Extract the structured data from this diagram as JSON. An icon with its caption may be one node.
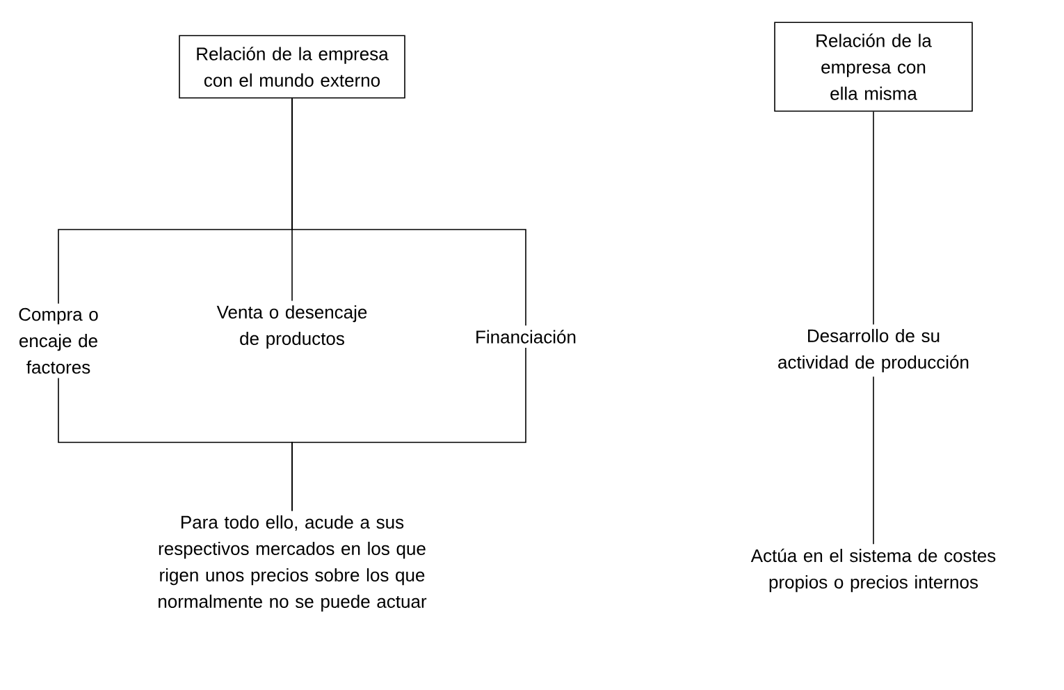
{
  "diagram": {
    "nodes": [
      {
        "text": [
          "Relación de la empresa con el mundo externo"
        ]
      },
      {
        "text": [
          "Compra o encaje de factores"
        ]
      },
      {
        "text": [
          "Venta o desencaje de productos"
        ]
      },
      {
        "text": [
          "Financiación"
        ]
      },
      {
        "text": [
          "Para todo ello, acude a sus respectivos mercados en los que rigen unos precios sobre los que normalmente no se puede actuar"
        ]
      },
      {
        "text": [
          "Relación de la empresa con ella misma"
        ]
      },
      {
        "text": [
          "Desarrollo de su actividad de producción"
        ]
      },
      {
        "text": [
          "Actúa en el sistema de costes propios o precios internos"
        ]
      }
    ],
    "edges": [
      {
        "from": 0,
        "to": 1,
        "arrow": "none"
      },
      {
        "from": 0,
        "to": 2,
        "arrow": "none"
      },
      {
        "from": 0,
        "to": 3,
        "arrow": "none"
      },
      {
        "from": 1,
        "to": 4,
        "arrow": "none"
      },
      {
        "from": 3,
        "to": 4,
        "arrow": "none"
      },
      {
        "from": 5,
        "to": 6,
        "arrow": "none"
      },
      {
        "from": 6,
        "to": 7,
        "arrow": "none"
      }
    ]
  }
}
